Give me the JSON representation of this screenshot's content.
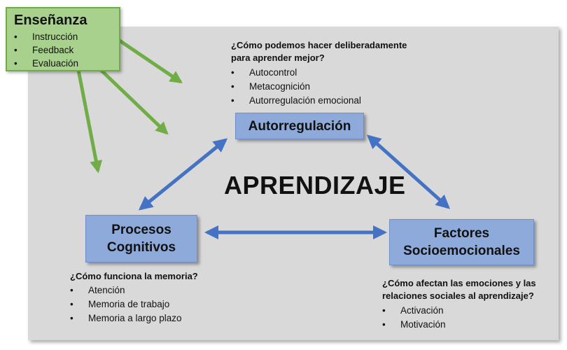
{
  "teaching": {
    "title": "Enseñanza",
    "items": [
      "Instrucción",
      "Feedback",
      "Evaluación"
    ]
  },
  "center_label": "APRENDIZAJE",
  "nodes": {
    "self_regulation": "Autorregulación",
    "cognitive_line1": "Procesos",
    "cognitive_line2": "Cognitivos",
    "socio_line1": "Factores",
    "socio_line2": "Socioemocionales"
  },
  "self_regulation_block": {
    "question_line1": "¿Cómo podemos hacer deliberadamente",
    "question_line2": "para aprender mejor?",
    "items": [
      "Autocontrol",
      "Metacognición",
      "Autorregulación emocional"
    ]
  },
  "cognitive_block": {
    "question": "¿Cómo funciona la memoria?",
    "items": [
      "Atención",
      "Memoria de trabajo",
      "Memoria a largo plazo"
    ]
  },
  "socio_block": {
    "question_line1": "¿Cómo afectan las emociones y las",
    "question_line2": "relaciones sociales al aprendizaje?",
    "items": [
      "Activación",
      "Motivación"
    ]
  },
  "colors": {
    "panel": "#d9d9d9",
    "node_fill": "#8eaadb",
    "teaching_fill": "#a9d18e",
    "teaching_border": "#70ad47",
    "blue_arrow": "#4472c4",
    "green_arrow": "#70ad47"
  }
}
